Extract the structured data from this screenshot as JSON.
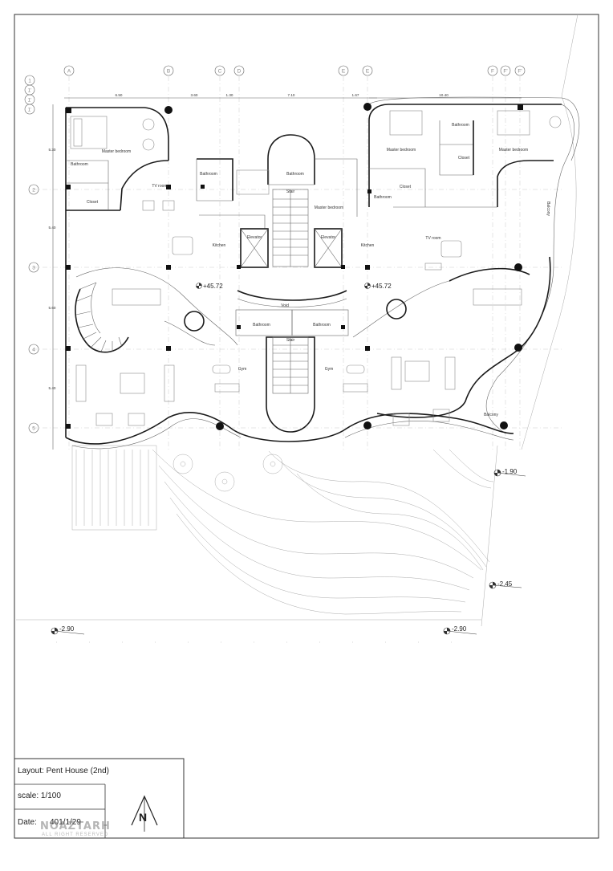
{
  "drawing": {
    "columns": [
      "A",
      "B",
      "C",
      "D",
      "E",
      "E",
      "F",
      "F'",
      "F'"
    ],
    "rows": [
      "1",
      "1'",
      "1'",
      "1'",
      "2",
      "3",
      "4",
      "5"
    ],
    "dims_top_left": [
      "6.50",
      "3.60",
      "1.30",
      "7.10",
      "1.67"
    ],
    "dim_top_right": "10.40",
    "dims_left": [
      "5.30",
      "5.40",
      "5.60",
      "5.40"
    ],
    "levels": [
      "+45.72",
      "+45.72",
      "-1.90",
      "-2.45",
      "-2.90",
      "-2.90"
    ],
    "rooms": {
      "master_bedroom_left": "Master bedroom",
      "bathroom_left": "Bathroom",
      "closet_left": "Closet",
      "tv_room_left": "TV room",
      "bathroom_mid_left": "Bathroom",
      "bathroom_top_center": "Bathroom",
      "stair_top": "Stair",
      "master_bedroom_center": "Master bedroom",
      "elevator_left": "Elevator",
      "elevator_right": "Elevator",
      "kitchen_left": "Kitchen",
      "kitchen_right": "Kitchen",
      "bathroom_right_top": "Bathroom",
      "closet_right_top": "Closet",
      "master_bedroom_right_a": "Master bedroom",
      "master_bedroom_right_b": "Master bedroom",
      "closet_right_mid": "Closet",
      "bathroom_right_mid": "Bathroom",
      "tv_room_right": "TV room",
      "void": "Void",
      "bathroom_low_left": "Bathroom",
      "bathroom_low_right": "Bathroom",
      "stair_bottom": "Stair",
      "gym_left": "Gym",
      "gym_right": "Gym",
      "balcony_right": "Balcony",
      "balcony_bottom": "Balcony"
    }
  },
  "title_block": {
    "layout": "Layout: Pent House (2nd)",
    "scale": "scale:  1/100",
    "date_label": "Date:",
    "date_value": "401/1/29",
    "north": "N"
  },
  "watermark": {
    "brand": "NOAZTARH",
    "rights": "ALL RIGHT RESERVED"
  }
}
